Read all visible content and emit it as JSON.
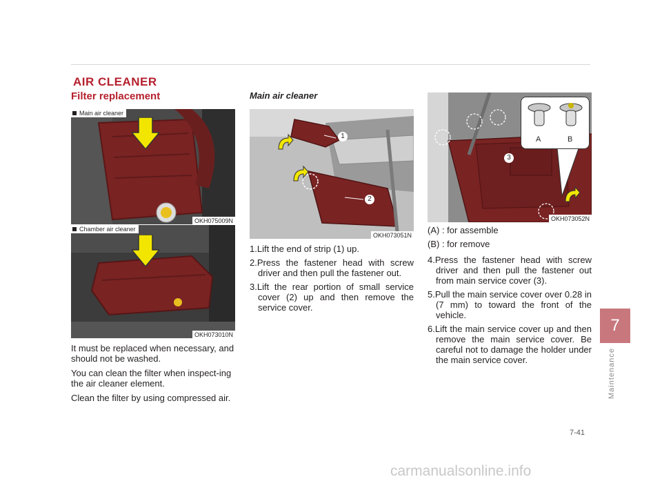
{
  "section_title": "AIR CLEANER",
  "col1": {
    "heading": "Filter replacement",
    "photo1": {
      "caption": "Main air cleaner",
      "code": "OKH075009N"
    },
    "photo2": {
      "caption": "Chamber air cleaner",
      "code": "OKH073010N"
    },
    "paragraphs": [
      "It must be replaced when necessary, and should not be washed.",
      "You can clean the filter when inspect-ing the air cleaner element.",
      "Clean the filter by using compressed air."
    ]
  },
  "col2": {
    "heading": "Main air cleaner",
    "photo": {
      "code": "OKH073051N",
      "callouts": [
        "1",
        "2"
      ]
    },
    "steps": [
      "1.Lift the end of strip (1) up.",
      "2.Press the fastener head with screw driver and then pull the fastener out.",
      "3.Lift the rear portion of small service cover (2) up and then remove the service cover."
    ]
  },
  "col3": {
    "photo": {
      "code": "OKH073052N",
      "callouts": [
        "3",
        "A",
        "B"
      ]
    },
    "legend": [
      "(A) : for assemble",
      "(B) : for remove"
    ],
    "steps": [
      "4.Press the fastener head with screw driver and then pull the fastener out from main service cover (3).",
      "5.Pull the main service cover over 0.28 in (7 mm) to toward the front of the vehicle.",
      "6.Lift the main service cover up and then remove the main service cover. Be careful not to damage the holder under the main service cover."
    ]
  },
  "side_tab": {
    "number": "7",
    "label": "Maintenance"
  },
  "page_number": "7-41",
  "watermark": "carmanualsonline.info",
  "colors": {
    "accent": "#b5202e",
    "tab": "#c8777d",
    "cover": "#7a2323",
    "arrow": "#f2e600"
  }
}
